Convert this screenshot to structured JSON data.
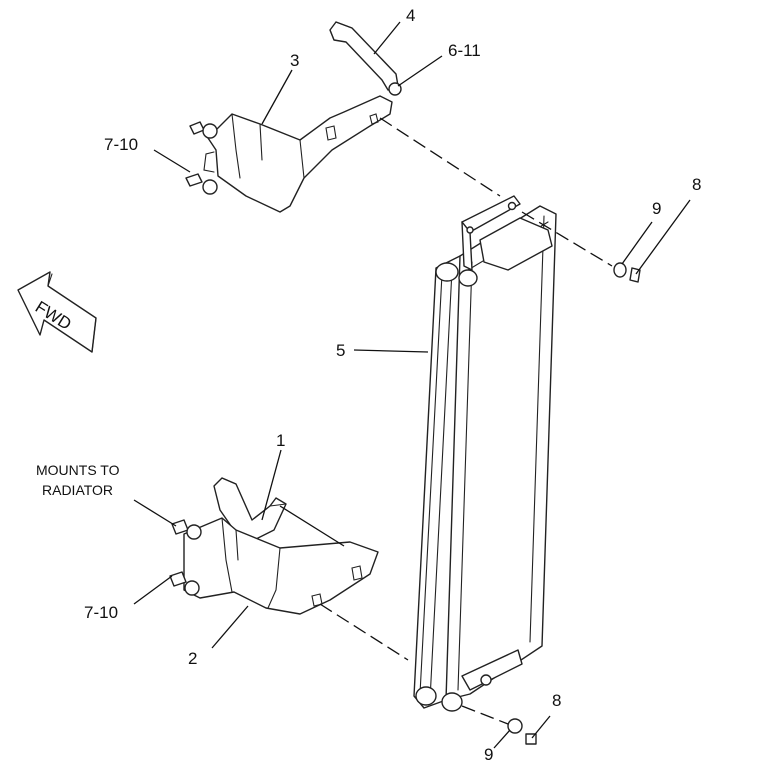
{
  "callouts": {
    "c1": "1",
    "c2": "2",
    "c3": "3",
    "c4": "4",
    "c5": "5",
    "c6_11": "6-11",
    "c7_10_top": "7-10",
    "c7_10_bottom": "7-10",
    "c8_top": "8",
    "c8_bottom": "8",
    "c9_top": "9",
    "c9_bottom": "9"
  },
  "note": {
    "line1": "MOUNTS TO",
    "line2": "RADIATOR"
  },
  "fwd_arrow": {
    "text": "FWD"
  }
}
